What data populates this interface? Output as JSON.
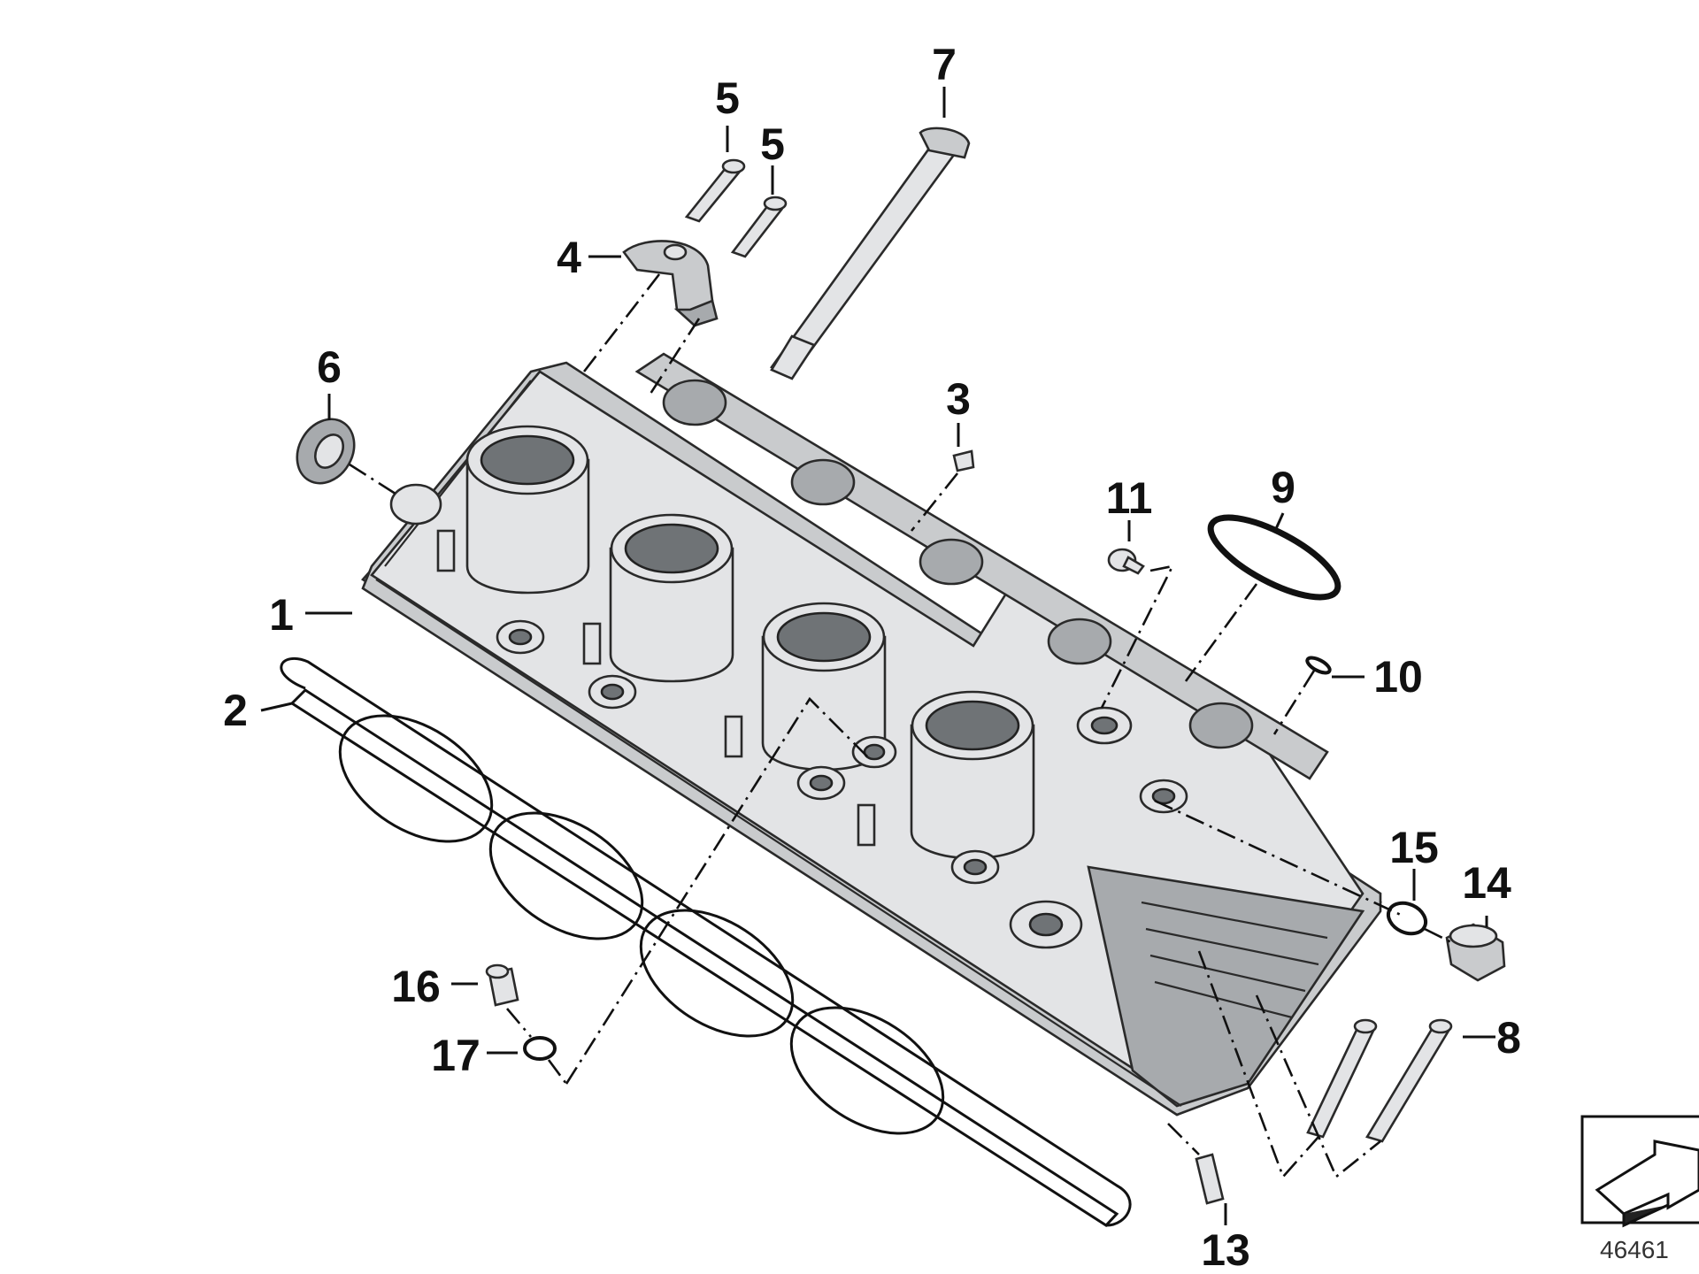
{
  "diagram": {
    "callouts": [
      {
        "id": "1",
        "text": "1"
      },
      {
        "id": "2",
        "text": "2"
      },
      {
        "id": "3",
        "text": "3"
      },
      {
        "id": "4",
        "text": "4"
      },
      {
        "id": "5a",
        "text": "5"
      },
      {
        "id": "5b",
        "text": "5"
      },
      {
        "id": "6",
        "text": "6"
      },
      {
        "id": "7",
        "text": "7"
      },
      {
        "id": "8",
        "text": "8"
      },
      {
        "id": "9",
        "text": "9"
      },
      {
        "id": "10",
        "text": "10"
      },
      {
        "id": "11",
        "text": "11"
      },
      {
        "id": "13",
        "text": "13"
      },
      {
        "id": "14",
        "text": "14"
      },
      {
        "id": "15",
        "text": "15"
      },
      {
        "id": "16",
        "text": "16"
      },
      {
        "id": "17",
        "text": "17"
      }
    ],
    "document_number": "46461"
  }
}
